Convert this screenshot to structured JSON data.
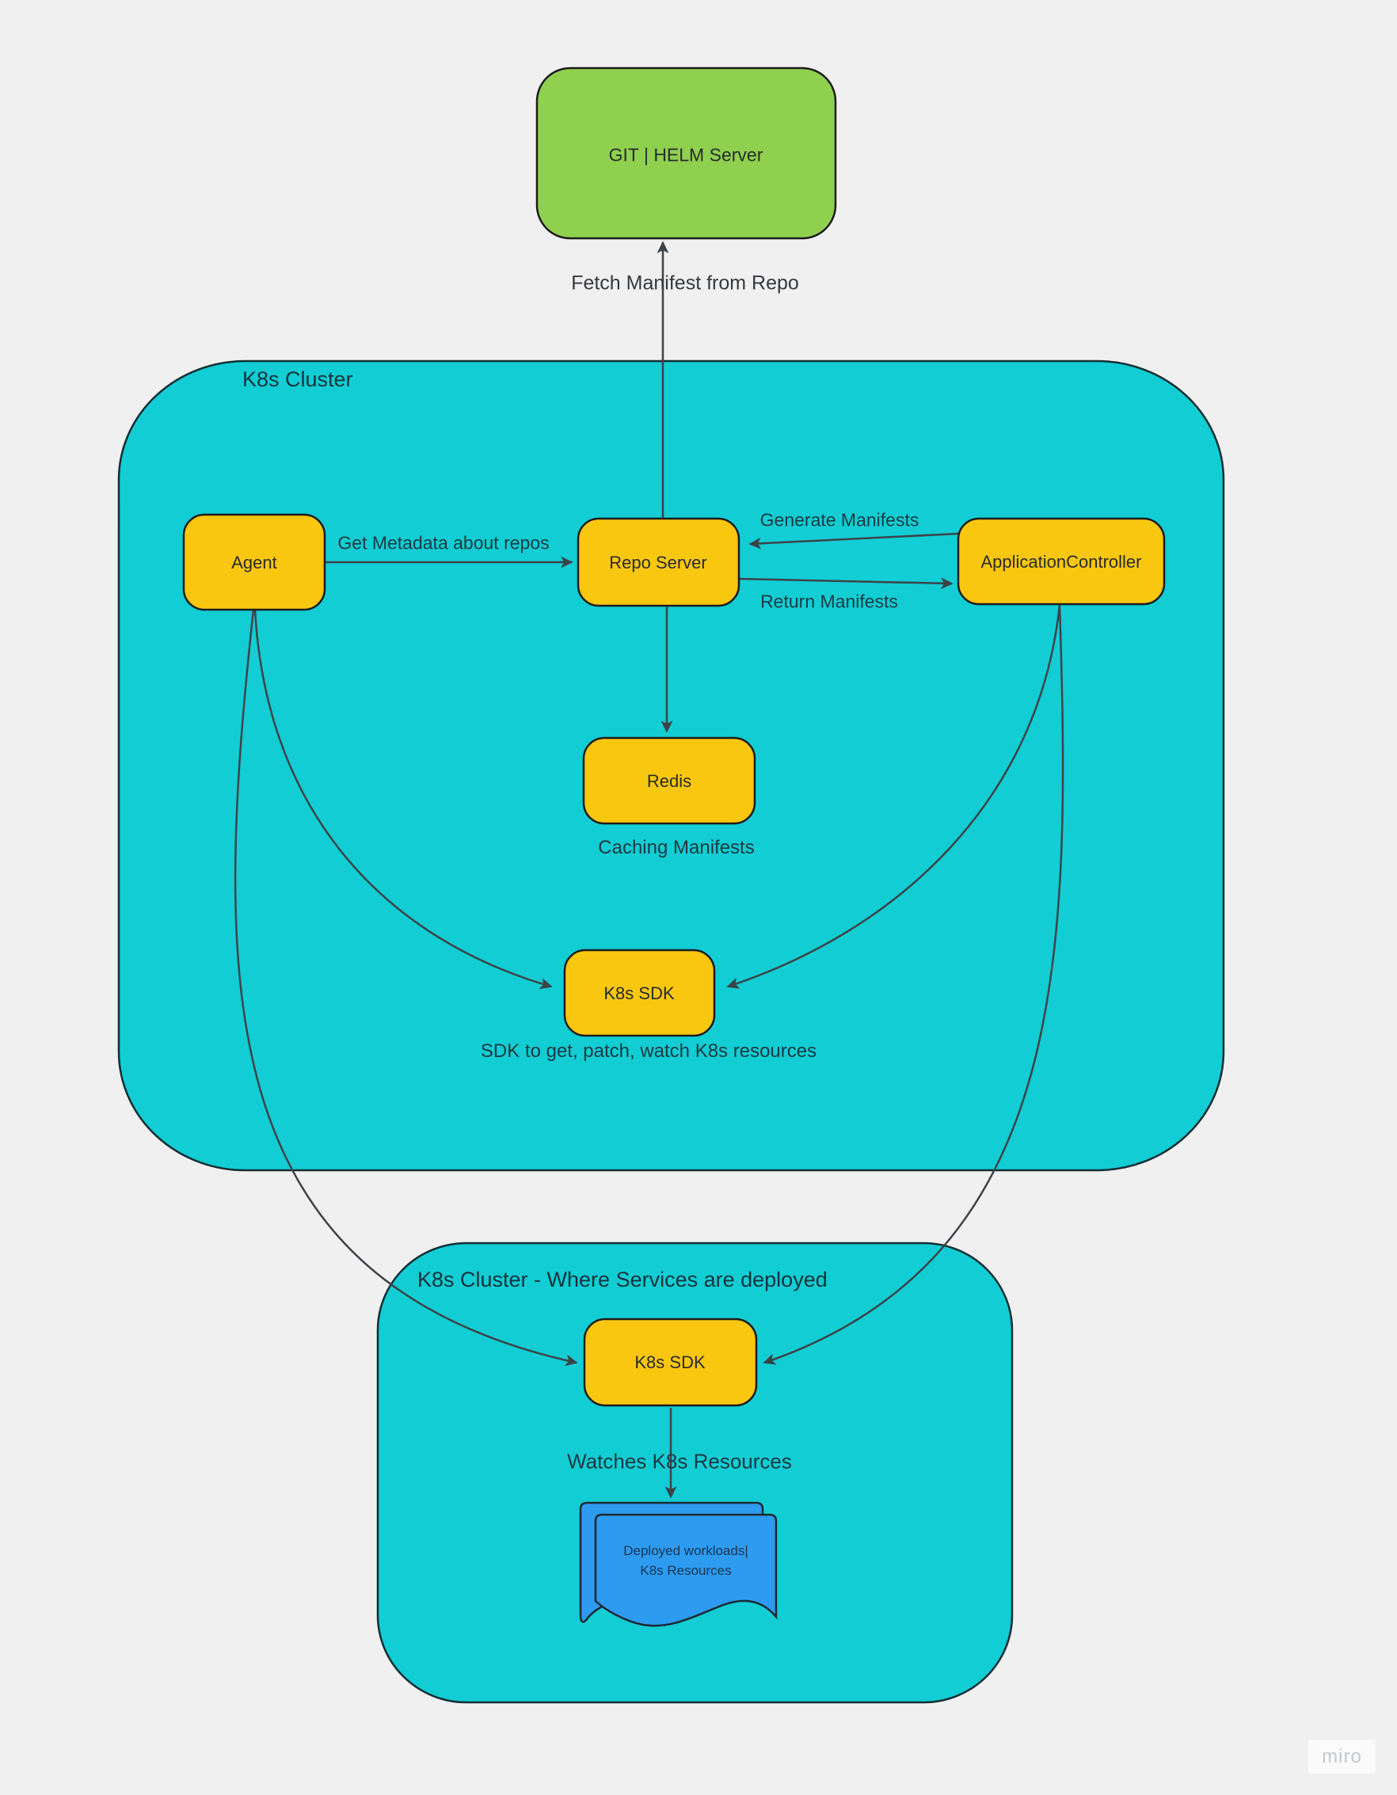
{
  "diagram": {
    "clusters": {
      "main": {
        "title": "K8s Cluster"
      },
      "deploy": {
        "title": "K8s Cluster - Where Services are deployed"
      }
    },
    "nodes": {
      "git_helm": {
        "label": "GIT | HELM Server"
      },
      "agent": {
        "label": "Agent"
      },
      "repo_server": {
        "label": "Repo Server"
      },
      "application_controller": {
        "label": "ApplicationController"
      },
      "redis": {
        "label": "Redis"
      },
      "k8s_sdk_main": {
        "label": "K8s SDK"
      },
      "k8s_sdk_deploy": {
        "label": "K8s SDK"
      },
      "workloads_doc": {
        "line1": "Deployed workloads|",
        "line2": "K8s Resources"
      }
    },
    "edge_labels": {
      "fetch_manifest": "Fetch Manifest from Repo",
      "get_metadata": "Get Metadata about repos",
      "generate_manifests": "Generate Manifests",
      "return_manifests": "Return Manifests",
      "caching_manifests": "Caching Manifests",
      "sdk_caption": "SDK to get, patch, watch K8s resources",
      "watches": "Watches K8s Resources"
    },
    "colors": {
      "cluster": "#12CDD4",
      "node": "#FAC710",
      "server": "#8FD14F",
      "document": "#2D9BF0",
      "connector": "#3C4347",
      "background": "#F0F0F1"
    }
  },
  "watermark": {
    "label": "miro"
  }
}
